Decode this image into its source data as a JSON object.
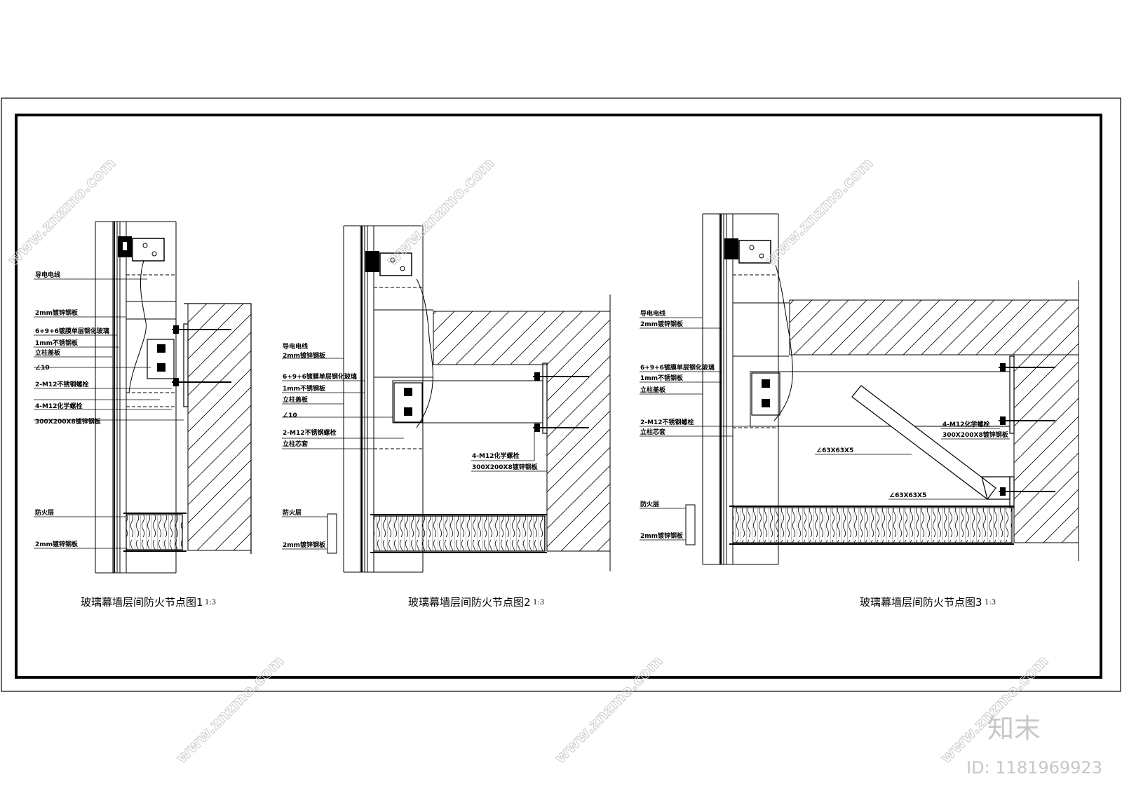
{
  "drawings": [
    {
      "title": "玻璃幕墙层间防火节点图1",
      "scale": "1:3",
      "labels": [
        "导电电线",
        "2mm镀锌钢板",
        "6+9+6镀膜单层钢化玻璃",
        "1mm不锈钢板",
        "立柱盖板",
        "∠10",
        "2-M12不锈钢螺栓",
        "4-M12化学螺栓",
        "300X200X8镀锌钢板",
        "防火层",
        "2mm镀锌钢板"
      ]
    },
    {
      "title": "玻璃幕墙层间防火节点图2",
      "scale": "1:3",
      "labels": [
        "导电电线",
        "2mm镀锌钢板",
        "6+9+6镀膜单层钢化玻璃",
        "1mm不锈钢板",
        "立柱盖板",
        "∠10",
        "2-M12不锈钢螺栓",
        "立柱芯套",
        "4-M12化学螺栓",
        "300X200X8镀锌钢板",
        "防火层",
        "2mm镀锌钢板"
      ]
    },
    {
      "title": "玻璃幕墙层间防火节点图3",
      "scale": "1:3",
      "labels": [
        "导电电线",
        "2mm镀锌钢板",
        "6+9+6镀膜单层钢化玻璃",
        "1mm不锈钢板",
        "立柱盖板",
        "2-M12不锈钢螺栓",
        "立柱芯套",
        "4-M12化学螺栓",
        "300X200X8镀锌钢板",
        "∠63X63X5",
        "∠63X63X5",
        "防火层",
        "2mm镀锌钢板"
      ]
    }
  ],
  "watermark": {
    "site": "www.znzmo.com",
    "brand": "知末",
    "id": "ID: 1181969923"
  }
}
